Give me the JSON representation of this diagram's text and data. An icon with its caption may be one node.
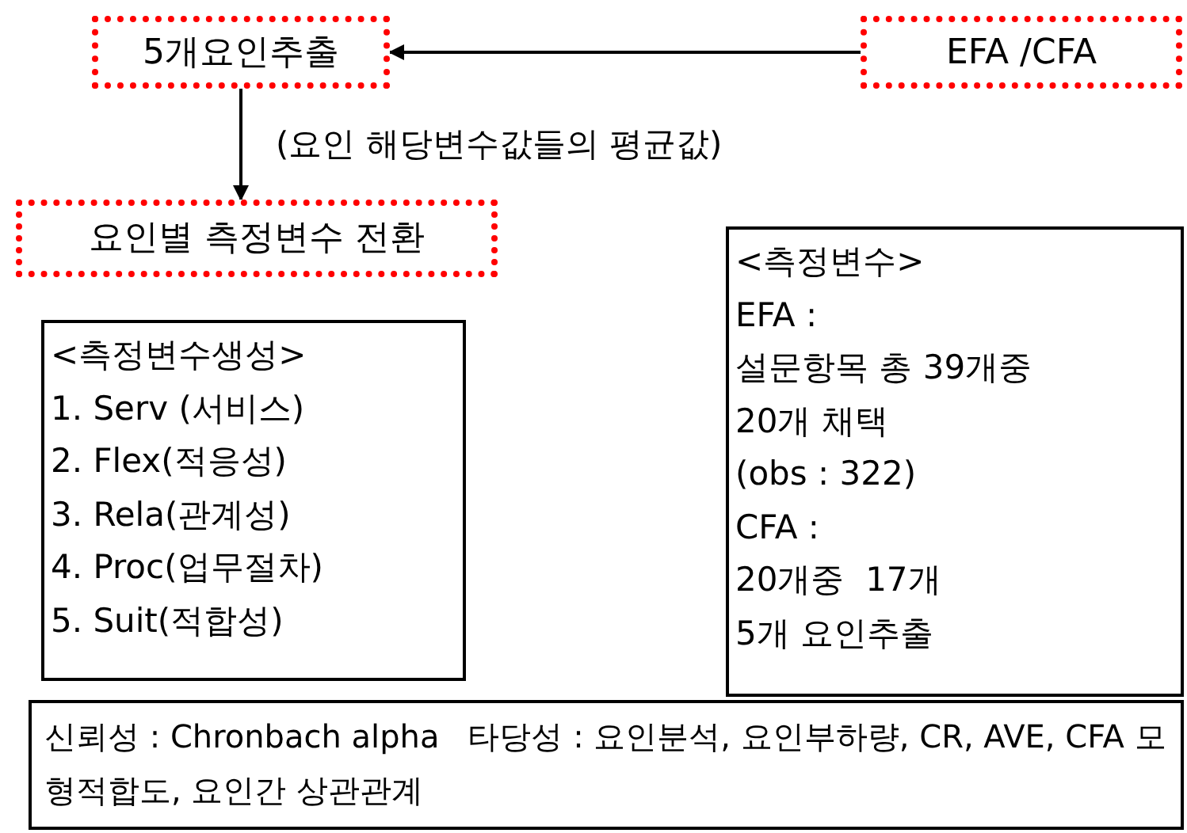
{
  "diagram": {
    "nodes": [
      {
        "text": [
          "5개요인추출"
        ]
      },
      {
        "text": [
          "EFA /CFA"
        ]
      },
      {
        "text": [
          "요인별 측정변수 전환"
        ]
      },
      {
        "text": [
          "<측정변수생성>",
          "1. Serv (서비스)",
          "2. Flex(적응성)",
          "3. Rela(관계성)",
          "4. Proc(업무절차)",
          "5. Suit(적합성)"
        ]
      },
      {
        "text": [
          "<측정변수>",
          "EFA :",
          "설문항목 총 39개중",
          "20개 채택",
          "(obs : 322)",
          "CFA :",
          "20개중  17개",
          "5개 요인추출"
        ]
      },
      {
        "text": [
          "신뢰성 : Chronbach alpha",
          "타당성 : 요인분석, 요인부하량, CR, AVE, CFA 모형적합도, 요인간 상관관계"
        ]
      }
    ],
    "edges": [
      {
        "from": 1,
        "to": 0,
        "arrow": "to"
      },
      {
        "from": 0,
        "to": 2,
        "arrow": "to",
        "label": "(요인 해당변수값들의 평균값)"
      }
    ]
  }
}
